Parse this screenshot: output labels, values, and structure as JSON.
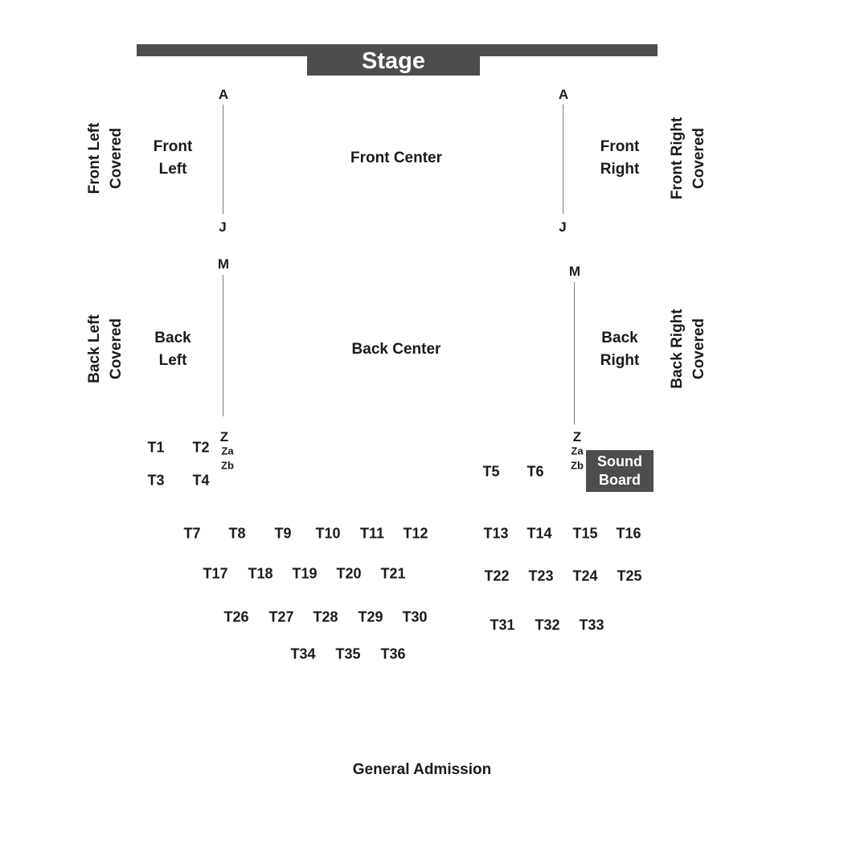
{
  "stage": {
    "label": "Stage",
    "color": "#4d4d4d"
  },
  "sections": {
    "front_left_covered": [
      "Front Left",
      "Covered"
    ],
    "front_left": [
      "Front",
      "Left"
    ],
    "front_center": "Front Center",
    "front_right": [
      "Front",
      "Right"
    ],
    "front_right_covered": [
      "Front Right",
      "Covered"
    ],
    "back_left_covered": [
      "Back Left",
      "Covered"
    ],
    "back_left": [
      "Back",
      "Left"
    ],
    "back_center": "Back Center",
    "back_right": [
      "Back",
      "Right"
    ],
    "back_right_covered": [
      "Back Right",
      "Covered"
    ],
    "general_admission": "General Admission"
  },
  "rows": {
    "left": {
      "a": "A",
      "j": "J",
      "m": "M",
      "z": "Z",
      "za": "Za",
      "zb": "Zb"
    },
    "right": {
      "a": "A",
      "j": "J",
      "m": "M",
      "z": "Z",
      "za": "Za",
      "zb": "Zb"
    }
  },
  "sound_board": [
    "Sound",
    "Board"
  ],
  "tables": [
    "T1",
    "T2",
    "T3",
    "T4",
    "T5",
    "T6",
    "T7",
    "T8",
    "T9",
    "T10",
    "T11",
    "T12",
    "T13",
    "T14",
    "T15",
    "T16",
    "T17",
    "T18",
    "T19",
    "T20",
    "T21",
    "T22",
    "T23",
    "T24",
    "T25",
    "T26",
    "T27",
    "T28",
    "T29",
    "T30",
    "T31",
    "T32",
    "T33",
    "T34",
    "T35",
    "T36"
  ],
  "colors": {
    "dark_fill": "#4d4d4d",
    "text": "#1a1a1a",
    "aisle_line": "#777777"
  }
}
